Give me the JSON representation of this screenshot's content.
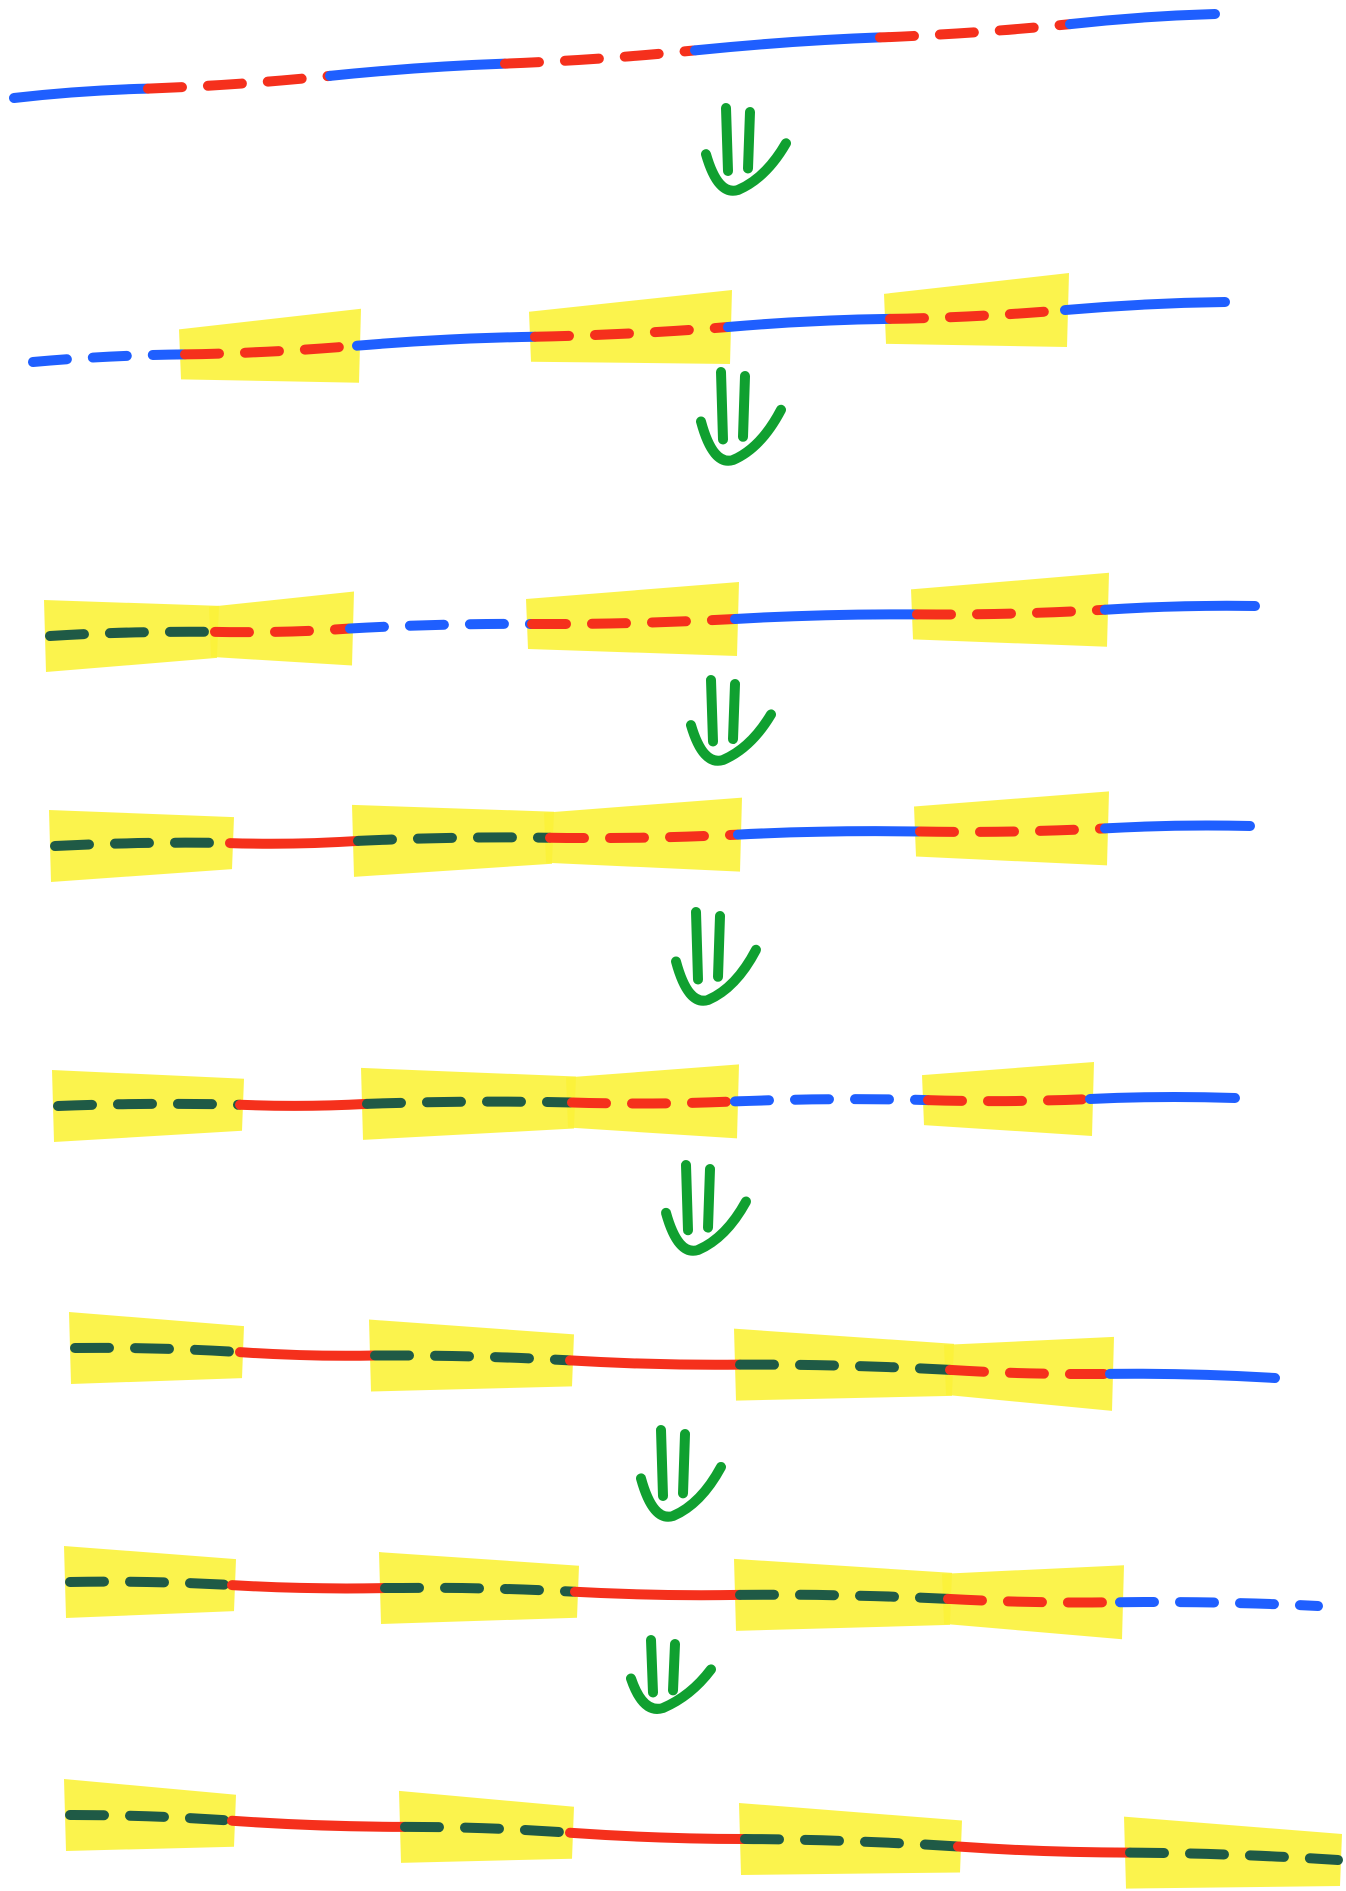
{
  "colors": {
    "unprocessed": "#1f5fff",
    "in_progress": "#f5301c",
    "done": "#1f5a46",
    "highlight": "#fbf23a",
    "arrow": "#10a030"
  },
  "icons": {
    "step_arrow": "double-down-arrow-icon"
  },
  "stages": [
    {
      "segments": [
        {
          "color": "unprocessed",
          "style": "solid"
        },
        {
          "color": "in_progress",
          "style": "dashed"
        },
        {
          "color": "unprocessed",
          "style": "solid"
        },
        {
          "color": "in_progress",
          "style": "dashed"
        },
        {
          "color": "unprocessed",
          "style": "solid"
        },
        {
          "color": "in_progress",
          "style": "dashed"
        },
        {
          "color": "unprocessed",
          "style": "solid"
        }
      ]
    },
    {
      "segments": [
        {
          "color": "unprocessed",
          "style": "dashed"
        },
        {
          "color": "in_progress",
          "style": "dashed",
          "highlighted": true
        },
        {
          "color": "unprocessed",
          "style": "solid"
        },
        {
          "color": "in_progress",
          "style": "dashed",
          "highlighted": true
        },
        {
          "color": "unprocessed",
          "style": "solid"
        },
        {
          "color": "in_progress",
          "style": "dashed",
          "highlighted": true
        },
        {
          "color": "unprocessed",
          "style": "solid"
        }
      ]
    },
    {
      "segments": [
        {
          "color": "done",
          "style": "dashed",
          "highlighted": true
        },
        {
          "color": "in_progress",
          "style": "dashed",
          "highlighted": true
        },
        {
          "color": "unprocessed",
          "style": "dashed"
        },
        {
          "color": "in_progress",
          "style": "dashed",
          "highlighted": true
        },
        {
          "color": "unprocessed",
          "style": "solid"
        },
        {
          "color": "in_progress",
          "style": "dashed",
          "highlighted": true
        },
        {
          "color": "unprocessed",
          "style": "solid"
        }
      ]
    },
    {
      "segments": [
        {
          "color": "done",
          "style": "dashed",
          "highlighted": true
        },
        {
          "color": "in_progress",
          "style": "solid"
        },
        {
          "color": "done",
          "style": "dashed",
          "highlighted": true
        },
        {
          "color": "in_progress",
          "style": "dashed",
          "highlighted": true
        },
        {
          "color": "unprocessed",
          "style": "solid"
        },
        {
          "color": "in_progress",
          "style": "dashed",
          "highlighted": true
        },
        {
          "color": "unprocessed",
          "style": "solid"
        }
      ]
    },
    {
      "segments": [
        {
          "color": "done",
          "style": "dashed",
          "highlighted": true
        },
        {
          "color": "in_progress",
          "style": "solid"
        },
        {
          "color": "done",
          "style": "dashed",
          "highlighted": true
        },
        {
          "color": "in_progress",
          "style": "dashed",
          "highlighted": true
        },
        {
          "color": "unprocessed",
          "style": "dashed"
        },
        {
          "color": "in_progress",
          "style": "dashed",
          "highlighted": true
        },
        {
          "color": "unprocessed",
          "style": "solid"
        }
      ]
    },
    {
      "segments": [
        {
          "color": "done",
          "style": "dashed",
          "highlighted": true
        },
        {
          "color": "in_progress",
          "style": "solid"
        },
        {
          "color": "done",
          "style": "dashed",
          "highlighted": true
        },
        {
          "color": "in_progress",
          "style": "solid"
        },
        {
          "color": "done",
          "style": "dashed",
          "highlighted": true
        },
        {
          "color": "in_progress",
          "style": "dashed",
          "highlighted": true
        },
        {
          "color": "unprocessed",
          "style": "solid"
        }
      ]
    },
    {
      "segments": [
        {
          "color": "done",
          "style": "dashed",
          "highlighted": true
        },
        {
          "color": "in_progress",
          "style": "solid"
        },
        {
          "color": "done",
          "style": "dashed",
          "highlighted": true
        },
        {
          "color": "in_progress",
          "style": "solid"
        },
        {
          "color": "done",
          "style": "dashed",
          "highlighted": true
        },
        {
          "color": "in_progress",
          "style": "dashed",
          "highlighted": true
        },
        {
          "color": "unprocessed",
          "style": "dashed"
        }
      ]
    },
    {
      "segments": [
        {
          "color": "done",
          "style": "dashed",
          "highlighted": true
        },
        {
          "color": "in_progress",
          "style": "solid"
        },
        {
          "color": "done",
          "style": "dashed",
          "highlighted": true
        },
        {
          "color": "in_progress",
          "style": "solid"
        },
        {
          "color": "done",
          "style": "dashed",
          "highlighted": true
        },
        {
          "color": "in_progress",
          "style": "solid"
        },
        {
          "color": "done",
          "style": "dashed",
          "highlighted": true
        }
      ]
    }
  ]
}
